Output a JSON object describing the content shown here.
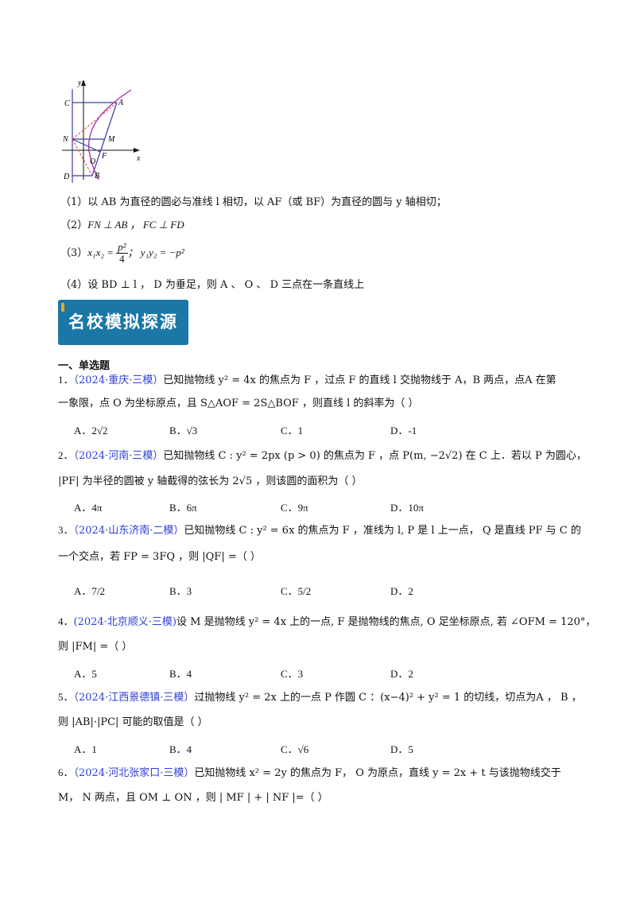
{
  "figure": {
    "axis_labels": {
      "x": "x",
      "y": "y"
    },
    "points": [
      "C",
      "A",
      "N",
      "M",
      "F",
      "O",
      "D",
      "B"
    ],
    "colors": {
      "lines": "#3a3aa8",
      "parabola": "#a12da8",
      "dashed": "#e04040"
    }
  },
  "properties": [
    {
      "num": "（1）",
      "text": "以 AB 为直径的圆必与准线 l 相切，以 AF（或 BF）为直径的圆与 y 轴相切；"
    },
    {
      "num": "（2）",
      "text": "FN ⊥ AB ， FC ⊥ FD"
    },
    {
      "num": "（3）",
      "text_a": "x₁x₂ = ",
      "frac_num": "p²",
      "frac_den": "4",
      "text_b": "；  y₁y₂ = −p²"
    },
    {
      "num": "（4）",
      "text": "设 BD ⊥ l ， D 为垂足，则 A 、 O 、 D 三点在一条直线上"
    }
  ],
  "banner": {
    "title": "名校模拟探源",
    "bg": "#1a77a6",
    "accent": "#f0a51a"
  },
  "section_title": "一、单选题",
  "questions": [
    {
      "num": "1．",
      "source": "（2024·重庆·三模）",
      "line1": "已知抛物线 y² = 4x 的焦点为 F ，过点 F 的直线 l 交抛物线于 A，B 两点，点A 在第",
      "line2": "一象限，点 O 为坐标原点，且 S△AOF = 2S△BOF ，则直线 l 的斜率为（    ）",
      "options": {
        "A": "2√2",
        "B": "√3",
        "C": "1",
        "D": "-1"
      }
    },
    {
      "num": "2．",
      "source": "（2024·河南·三模）",
      "line1": "已知抛物线 C : y² = 2px (p > 0) 的焦点为 F ，点 P(m, −2√2) 在 C 上．若以 P 为圆心，",
      "line2": "|PF| 为半径的圆被 y 轴截得的弦长为 2√5 ，则该圆的面积为（    ）",
      "options": {
        "A": "4π",
        "B": "6π",
        "C": "9π",
        "D": "10π"
      }
    },
    {
      "num": "3．",
      "source": "（2024·山东济南·二模）",
      "line1": "已知抛物线 C : y² = 6x 的焦点为 F ，准线为 l, P 是 l 上一点， Q 是直线 PF 与 C 的",
      "line2": "一个交点，若 FP = 3FQ ，则 |QF| =（    ）",
      "options": {
        "A": "7/2",
        "B": "3",
        "C": "5/2",
        "D": "2"
      }
    },
    {
      "num": "4．",
      "source": "(2024·北京顺义·三模)",
      "line1": "设 M 是抛物线 y² = 4x 上的一点, F 是抛物线的焦点, O 足坐标原点, 若 ∠OFM = 120°，",
      "line2": "则 |FM| =（    ）",
      "options": {
        "A": "5",
        "B": "4",
        "C": "3",
        "D": "2"
      }
    },
    {
      "num": "5．",
      "source": "（2024·江西景德镇·三模）",
      "line1": "过抛物线 y² = 2x 上的一点 P 作圆 C ：(x−4)² + y² = 1 的切线，切点为A ， B ，",
      "line2": "则 |AB|·|PC| 可能的取值是（    ）",
      "options": {
        "A": "1",
        "B": "4",
        "C": "√6",
        "D": "5"
      }
    },
    {
      "num": "6．",
      "source": "（2024·河北张家口·三模）",
      "line1": "已知抛物线 x² = 2y 的焦点为 F， O 为原点，直线 y = 2x + t 与该抛物线交于",
      "line2": "M， N 两点，且 OM ⊥ ON ，则 | MF | + | NF |=（    ）"
    }
  ]
}
